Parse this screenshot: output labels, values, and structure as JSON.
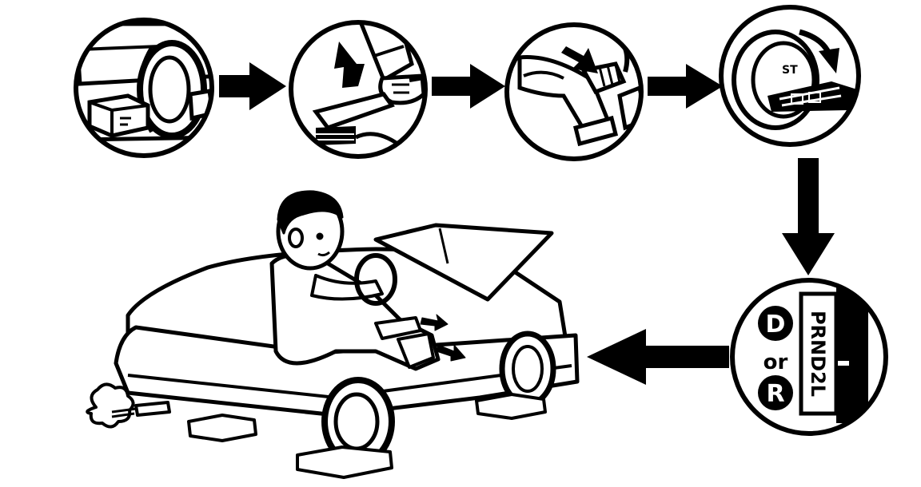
{
  "colors": {
    "ink": "#000000",
    "paper": "#ffffff"
  },
  "steps": [
    {
      "id": "chock-wheels",
      "icon": "wheel-chock-icon"
    },
    {
      "id": "apply-parking-brake",
      "icon": "parking-brake-icon"
    },
    {
      "id": "press-brake-pedal",
      "icon": "brake-pedal-icon"
    },
    {
      "id": "turn-ignition-key",
      "icon": "ignition-key-icon",
      "switch_label": "ST"
    },
    {
      "id": "select-gear",
      "icon": "gear-selector-icon",
      "options": [
        "D",
        "or",
        "R"
      ],
      "gate_positions": [
        "P",
        "R",
        "N",
        "D",
        "2",
        "L"
      ]
    }
  ],
  "scene": {
    "icon": "driver-in-car-icon"
  }
}
